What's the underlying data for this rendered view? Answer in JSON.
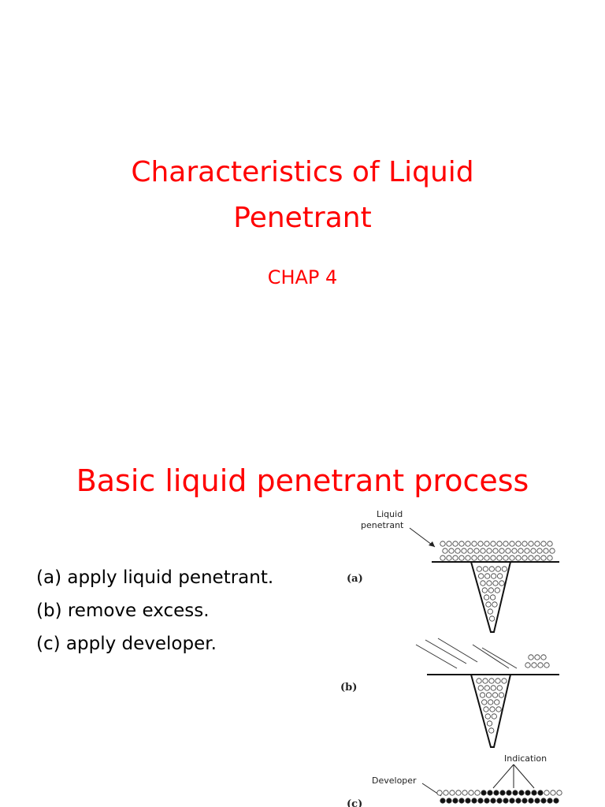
{
  "slide1": {
    "title_line1": "Characteristics of Liquid",
    "title_line2": "Penetrant",
    "subtitle": "CHAP 4"
  },
  "slide2": {
    "title": "Basic liquid penetrant process",
    "steps": [
      "(a)  apply liquid penetrant.",
      "(b) remove excess.",
      "(c) apply developer."
    ],
    "figure": {
      "label_a": "(a)",
      "label_b": "(b)",
      "label_c": "(c)",
      "text_liquid": "Liquid",
      "text_penetrant": "penetrant",
      "text_indication": "Indication",
      "text_developer": "Developer"
    }
  },
  "colors": {
    "title": "#ff0000",
    "body_text": "#000000",
    "background": "#ffffff"
  }
}
